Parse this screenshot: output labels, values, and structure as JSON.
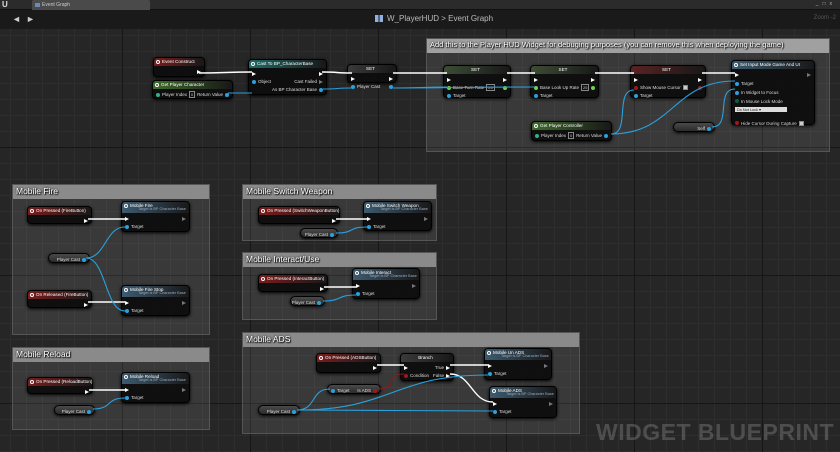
{
  "window": {
    "tab_label": "Event Graph",
    "controls": [
      "_",
      "□",
      "x"
    ]
  },
  "toolbar": {
    "back": "◄",
    "forward": "►",
    "blueprint": "W_PlayerHUD",
    "separator": ">",
    "graph": "Event Graph",
    "zoom": "Zoom -2"
  },
  "watermark": "WIDGET BLUEPRINT",
  "colors": {
    "event": "#7a1c1c",
    "function": "#3d5b70",
    "cast": "#1f6b66",
    "set": "#3a3a3a",
    "pure": "#3f6b2c",
    "exec_wire": "#ffffff",
    "object_wire": "#2aa1dc",
    "bool_wire": "#8a1a1a"
  },
  "comments": [
    {
      "id": "debug",
      "title": "Add this to the Player HUD Widget for debuging purposes (you can remove this when deploying the game)"
    },
    {
      "id": "fire",
      "title": "Mobile Fire"
    },
    {
      "id": "switch",
      "title": "Mobile Switch Weapon"
    },
    {
      "id": "interact",
      "title": "Mobile Interact/Use"
    },
    {
      "id": "reload",
      "title": "Mobile Reload"
    },
    {
      "id": "ads",
      "title": "Mobile ADS"
    }
  ],
  "nodes": [
    {
      "id": "construct",
      "kind": "event",
      "title": "Event Construct",
      "pins": [
        {
          "side": "r",
          "type": "exec",
          "label": ""
        }
      ]
    },
    {
      "id": "getchar",
      "kind": "pure",
      "title": "Get Player Character",
      "pins": [
        {
          "side": "l",
          "type": "int",
          "label": "Player Index",
          "value": "0"
        },
        {
          "side": "r",
          "type": "obj",
          "label": "Return Value"
        }
      ]
    },
    {
      "id": "cast",
      "kind": "cast",
      "title": "Cast To BP_CharacterBase",
      "pins": [
        {
          "side": "l",
          "type": "exec",
          "label": ""
        },
        {
          "side": "r",
          "type": "exec",
          "label": ""
        },
        {
          "side": "l",
          "type": "obj",
          "label": "Object"
        },
        {
          "side": "r",
          "type": "execo",
          "label": "Cast Failed"
        },
        {
          "side": "r",
          "type": "obj",
          "label": "As BP Character Base"
        }
      ]
    },
    {
      "id": "setcast",
      "kind": "set",
      "title": "SET",
      "pins": [
        {
          "side": "l",
          "type": "exec",
          "label": ""
        },
        {
          "side": "r",
          "type": "exec",
          "label": ""
        },
        {
          "side": "l",
          "type": "obj",
          "label": "Player Cast"
        },
        {
          "side": "r",
          "type": "obj",
          "label": ""
        }
      ]
    },
    {
      "id": "setturn",
      "kind": "setg",
      "title": "SET",
      "pins": [
        {
          "side": "l",
          "type": "exec",
          "label": ""
        },
        {
          "side": "r",
          "type": "exec",
          "label": ""
        },
        {
          "side": "l",
          "type": "float",
          "label": "Base Turn Rate",
          "value": "25"
        },
        {
          "side": "r",
          "type": "float",
          "label": ""
        },
        {
          "side": "l",
          "type": "obj",
          "label": "Target"
        }
      ]
    },
    {
      "id": "setlook",
      "kind": "setg",
      "title": "SET",
      "pins": [
        {
          "side": "l",
          "type": "exec",
          "label": ""
        },
        {
          "side": "r",
          "type": "exec",
          "label": ""
        },
        {
          "side": "l",
          "type": "float",
          "label": "Base Look Up Rate",
          "value": "25"
        },
        {
          "side": "r",
          "type": "float",
          "label": ""
        },
        {
          "side": "l",
          "type": "obj",
          "label": "Target"
        }
      ]
    },
    {
      "id": "setmouse",
      "kind": "setr",
      "title": "SET",
      "pins": [
        {
          "side": "l",
          "type": "exec",
          "label": ""
        },
        {
          "side": "r",
          "type": "exec",
          "label": ""
        },
        {
          "side": "l",
          "type": "bool",
          "label": "Show Mouse Cursor",
          "check": true
        },
        {
          "side": "r",
          "type": "bool",
          "label": ""
        },
        {
          "side": "l",
          "type": "obj",
          "label": "Target"
        }
      ]
    },
    {
      "id": "inputmode",
      "kind": "function",
      "title": "Set Input Mode Game And UI",
      "pins": [
        {
          "side": "l",
          "type": "exec",
          "label": ""
        },
        {
          "side": "r",
          "type": "execo",
          "label": ""
        },
        {
          "side": "l",
          "type": "obj",
          "label": "Target"
        },
        {
          "side": "l",
          "type": "obj",
          "label": "In Widget to Focus"
        },
        {
          "side": "l",
          "type": "enum",
          "label": "In Mouse Lock Mode",
          "value": "Do Not Lock"
        },
        {
          "side": "l",
          "type": "bool",
          "label": "Hide Cursor During Capture",
          "check": true
        }
      ]
    },
    {
      "id": "getctrl",
      "kind": "pure",
      "title": "Get Player Controller",
      "pins": [
        {
          "side": "l",
          "type": "int",
          "label": "Player Index",
          "value": "0"
        },
        {
          "side": "r",
          "type": "obj",
          "label": "Return Value"
        }
      ]
    },
    {
      "id": "self",
      "kind": "pill",
      "title": "",
      "pins": [
        {
          "side": "r",
          "type": "obj",
          "label": "Self"
        }
      ]
    },
    {
      "id": "firepress",
      "kind": "event",
      "title": "On Pressed (FireButton)",
      "pins": [
        {
          "side": "r",
          "type": "exec",
          "label": ""
        }
      ]
    },
    {
      "id": "firefn",
      "kind": "function",
      "title": "Mobile Fire",
      "subtitle": "Target is BP Character Base",
      "pins": [
        {
          "side": "l",
          "type": "exec",
          "label": ""
        },
        {
          "side": "r",
          "type": "execo",
          "label": ""
        },
        {
          "side": "l",
          "type": "obj",
          "label": "Target"
        }
      ]
    },
    {
      "id": "firecast",
      "kind": "pill",
      "title": "",
      "pins": [
        {
          "side": "r",
          "type": "obj",
          "label": "Player Cast"
        }
      ]
    },
    {
      "id": "firerel",
      "kind": "event",
      "title": "On Released (FireButton)",
      "pins": [
        {
          "side": "r",
          "type": "exec",
          "label": ""
        }
      ]
    },
    {
      "id": "firestop",
      "kind": "function",
      "title": "Mobile Fire Stop",
      "subtitle": "Target is BP Character Base",
      "pins": [
        {
          "side": "l",
          "type": "exec",
          "label": ""
        },
        {
          "side": "r",
          "type": "execo",
          "label": ""
        },
        {
          "side": "l",
          "type": "obj",
          "label": "Target"
        }
      ]
    },
    {
      "id": "swpress",
      "kind": "event",
      "title": "On Pressed (SwitchWeaponButton)",
      "pins": [
        {
          "side": "r",
          "type": "exec",
          "label": ""
        }
      ]
    },
    {
      "id": "swfn",
      "kind": "function",
      "title": "Mobile Switch Weapon",
      "subtitle": "Target is BP Character Base",
      "pins": [
        {
          "side": "l",
          "type": "exec",
          "label": ""
        },
        {
          "side": "r",
          "type": "execo",
          "label": ""
        },
        {
          "side": "l",
          "type": "obj",
          "label": "Target"
        }
      ]
    },
    {
      "id": "swcast",
      "kind": "pill",
      "title": "",
      "pins": [
        {
          "side": "r",
          "type": "obj",
          "label": "Player Cast"
        }
      ]
    },
    {
      "id": "inpress",
      "kind": "event",
      "title": "On Pressed (InteractButton)",
      "pins": [
        {
          "side": "r",
          "type": "exec",
          "label": ""
        }
      ]
    },
    {
      "id": "infn",
      "kind": "function",
      "title": "Mobile Interact",
      "subtitle": "Target is BP Character Base",
      "pins": [
        {
          "side": "l",
          "type": "exec",
          "label": ""
        },
        {
          "side": "r",
          "type": "execo",
          "label": ""
        },
        {
          "side": "l",
          "type": "obj",
          "label": "Target"
        }
      ]
    },
    {
      "id": "incast",
      "kind": "pill",
      "title": "",
      "pins": [
        {
          "side": "r",
          "type": "obj",
          "label": "Player Cast"
        }
      ]
    },
    {
      "id": "rlpress",
      "kind": "event",
      "title": "On Pressed (ReloadButton)",
      "pins": [
        {
          "side": "r",
          "type": "exec",
          "label": ""
        }
      ]
    },
    {
      "id": "rlfn",
      "kind": "function",
      "title": "Mobile Reload",
      "subtitle": "Target is BP Character Base",
      "pins": [
        {
          "side": "l",
          "type": "exec",
          "label": ""
        },
        {
          "side": "r",
          "type": "execo",
          "label": ""
        },
        {
          "side": "l",
          "type": "obj",
          "label": "Target"
        }
      ]
    },
    {
      "id": "rlcast",
      "kind": "pill",
      "title": "",
      "pins": [
        {
          "side": "r",
          "type": "obj",
          "label": "Player Cast"
        }
      ]
    },
    {
      "id": "adspress",
      "kind": "event",
      "title": "On Pressed (ADSButton)",
      "pins": [
        {
          "side": "r",
          "type": "exec",
          "label": ""
        }
      ]
    },
    {
      "id": "branch",
      "kind": "set",
      "title": "Branch",
      "pins": [
        {
          "side": "l",
          "type": "exec",
          "label": ""
        },
        {
          "side": "r",
          "type": "exec",
          "label": "True"
        },
        {
          "side": "l",
          "type": "bool",
          "label": "Condition"
        },
        {
          "side": "r",
          "type": "exec",
          "label": "False"
        }
      ]
    },
    {
      "id": "unads",
      "kind": "function",
      "title": "Mobile Un ADS",
      "subtitle": "Target is BP Character Base",
      "pins": [
        {
          "side": "l",
          "type": "exec",
          "label": ""
        },
        {
          "side": "r",
          "type": "execo",
          "label": ""
        },
        {
          "side": "l",
          "type": "obj",
          "label": "Target"
        }
      ]
    },
    {
      "id": "isads",
      "kind": "pill",
      "title": "",
      "pins": [
        {
          "side": "l",
          "type": "obj",
          "label": "Target"
        },
        {
          "side": "r",
          "type": "bool",
          "label": "Is ADS"
        }
      ]
    },
    {
      "id": "adsfn",
      "kind": "function",
      "title": "Mobile ADS",
      "subtitle": "Target is BP Character Base",
      "pins": [
        {
          "side": "l",
          "type": "exec",
          "label": ""
        },
        {
          "side": "r",
          "type": "execo",
          "label": ""
        },
        {
          "side": "l",
          "type": "obj",
          "label": "Target"
        }
      ]
    },
    {
      "id": "adscast",
      "kind": "pill",
      "title": "",
      "pins": [
        {
          "side": "r",
          "type": "obj",
          "label": "Player Cast"
        }
      ]
    }
  ]
}
